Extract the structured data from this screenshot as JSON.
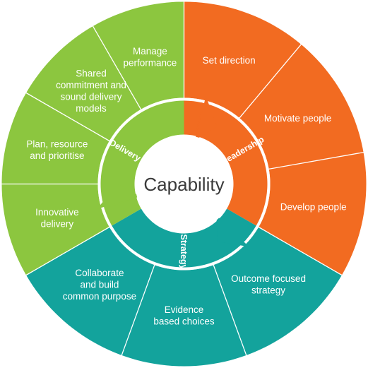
{
  "center": {
    "label": "Capability"
  },
  "groups": [
    {
      "name": "Leadership",
      "color": "#f26b21",
      "items": [
        {
          "lines": [
            "Set direction"
          ]
        },
        {
          "lines": [
            "Motivate people"
          ]
        },
        {
          "lines": [
            "Develop people"
          ]
        }
      ]
    },
    {
      "name": "Strategy",
      "color": "#13a39c",
      "items": [
        {
          "lines": [
            "Outcome focused",
            "strategy"
          ]
        },
        {
          "lines": [
            "Evidence",
            "based choices"
          ]
        },
        {
          "lines": [
            "Collaborate",
            "and build",
            "common purpose"
          ]
        }
      ]
    },
    {
      "name": "Delivery",
      "color": "#8cc63f",
      "items": [
        {
          "lines": [
            "Innovative",
            "delivery"
          ]
        },
        {
          "lines": [
            "Plan, resource",
            "and prioritise"
          ]
        },
        {
          "lines": [
            "Shared",
            "commitment and",
            "sound delivery",
            "models"
          ]
        },
        {
          "lines": [
            "Manage",
            "performance"
          ]
        }
      ]
    }
  ]
}
